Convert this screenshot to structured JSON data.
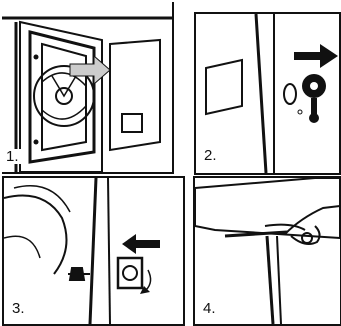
{
  "panels": [
    {
      "label": "1."
    },
    {
      "label": "2."
    },
    {
      "label": "3."
    },
    {
      "label": "4."
    }
  ],
  "colors": {
    "ink": "#111111",
    "paper": "#ffffff",
    "shade": "#cccccc"
  }
}
